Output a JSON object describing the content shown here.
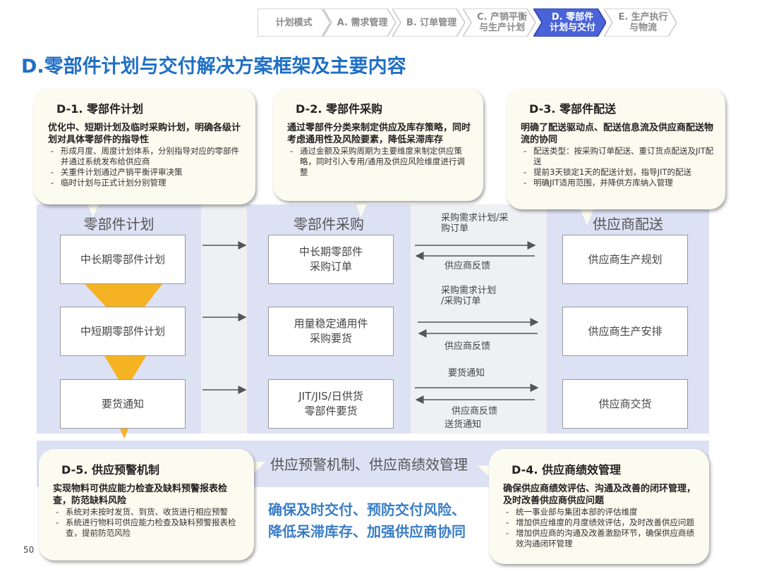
{
  "breadcrumb": [
    {
      "label": "计划模式",
      "active": false
    },
    {
      "label": "A. 需求管理",
      "active": false
    },
    {
      "label": "B. 订单管理",
      "active": false
    },
    {
      "label": "C. 产销平衡\n与生产计划",
      "active": false
    },
    {
      "label": "D. 零部件\n计划与交付",
      "active": true
    },
    {
      "label": "E. 生产执行\n与物流",
      "active": false
    }
  ],
  "title": "D.零部件计划与交付解决方案框架及主要内容",
  "columns": {
    "planning": {
      "header": "零部件计划",
      "boxes": [
        "中长期零部件计划",
        "中短期零部件计划",
        "要货通知"
      ]
    },
    "purchasing": {
      "header": "零部件采购",
      "boxes": [
        "中长期零部件\n采购订单",
        "用量稳定通用件\n采购要货",
        "JIT/JIS/日供货\n零部件要货"
      ]
    },
    "delivery": {
      "header": "供应商配送",
      "boxes": [
        "供应商生产规划",
        "供应商生产安排",
        "供应商交货"
      ]
    }
  },
  "flows": [
    {
      "forward": "采购需求计划/采\n购订单",
      "back": "供应商反馈"
    },
    {
      "forward": "采购需求计划\n/采购订单",
      "back": "供应商反馈"
    },
    {
      "forward": "要货通知",
      "back": "供应商反馈\n送货通知"
    }
  ],
  "band": "供应预警机制、供应商绩效管理",
  "callouts": {
    "d1": {
      "title": "D-1. 零部件计划",
      "lead": "优化中、短期计划及临时采购计划，明确各级计划对具体零部件的指导性",
      "items": [
        "形成月度、周度计划体系，分别指导对应的零部件并通过系统发布给供应商",
        "关重件计划通过产销平衡评审决策",
        "临时计划与正式计划分别管理"
      ]
    },
    "d2": {
      "title": "D-2. 零部件采购",
      "lead": "通过零部件分类来制定供应及库存策略，同时考虑通用性及风险要素，降低呆滞库存",
      "items": [
        "通过金额及采购周期为主要维度来制定供应策略，同时引入专用/通用及供应风险维度进行调整"
      ]
    },
    "d3": {
      "title": "D-3. 零部件配送",
      "lead": "明确了配送驱动点、配送信息流及供应商配送物流的协同",
      "items": [
        "配送类型：按采购订单配送、重订货点配送及JIT配送",
        "提前3天锁定1天的配送计划，指导JIT的配送",
        "明确JIT适用范围，并降供方库纳入管理"
      ]
    },
    "d5": {
      "title": "D-5. 供应预警机制",
      "lead": "实现物料可供应能力检查及缺料预警报表检查，防范缺料风险",
      "items": [
        "系统对未按时发货、到货、收货进行相应预警",
        "系统进行物料可供应能力检查及缺料预警报表检查，提前防范风险"
      ]
    },
    "d4": {
      "title": "D-4. 供应商绩效管理",
      "lead": "确保供应商绩效评估、沟通及改善的闭环管理，及时改善供应商供应问题",
      "items": [
        "统一事业部与集团本部的评估维度",
        "增加供应维度的月度绩效评估，及时改善供应问题",
        "增加供应商的沟通及改善激励环节，确保供应商绩效沟通闭环管理"
      ]
    }
  },
  "slogan": [
    "确保及时交付、预防交付风险、",
    "降低呆滞库存、加强供应商协同"
  ],
  "page_number": "50",
  "colors": {
    "accent": "#1f6fc5",
    "active_crumb": "#4a63d8",
    "callout_bg": "#fbfbf0",
    "panel": "#dde1f4"
  }
}
